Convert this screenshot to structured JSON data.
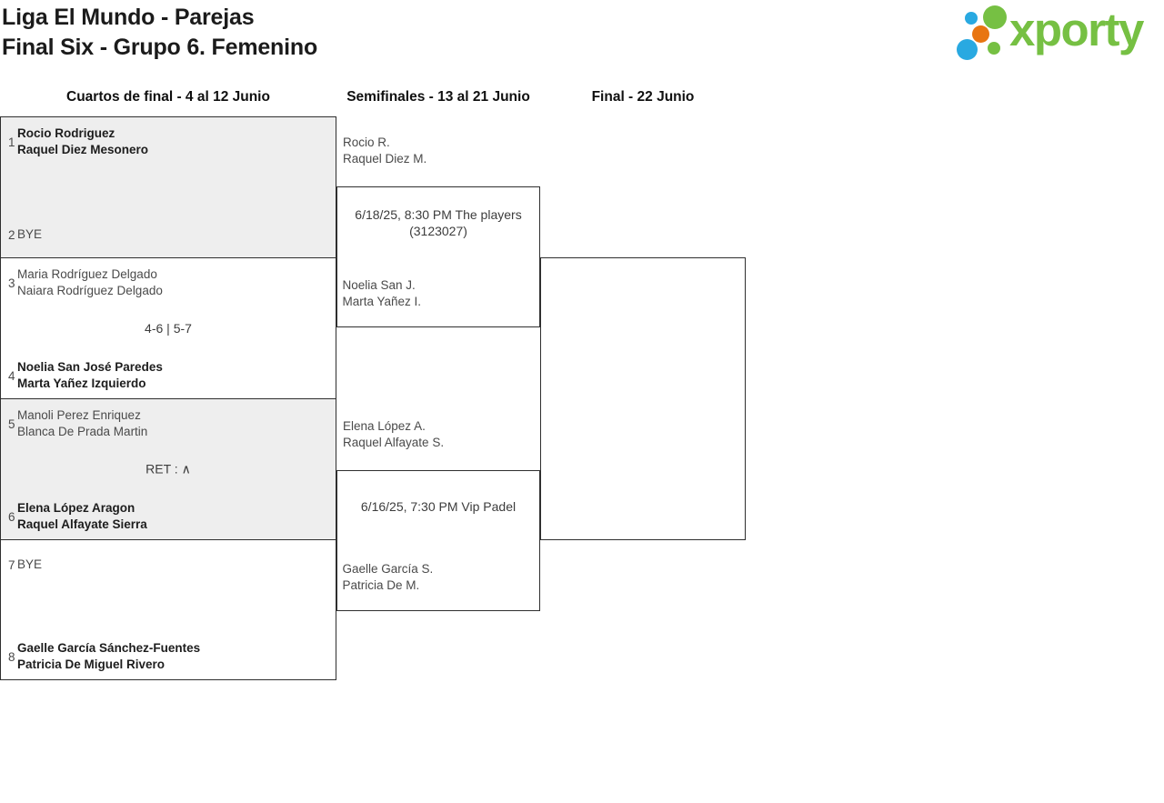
{
  "title": {
    "line1": "Liga El Mundo - Parejas",
    "line2": "Final Six - Grupo 6. Femenino"
  },
  "logo": {
    "brand": "xporty"
  },
  "colors": {
    "brand_green": "#76c043",
    "brand_blue": "#29a9e1",
    "brand_orange": "#e87511",
    "bracket_line": "#2f2f2f",
    "shaded_block": "#eeeeee"
  },
  "round_headers": {
    "quarterfinals": "Cuartos de final - 4 al 12 Junio",
    "semifinals": "Semifinales - 13 al 21 Junio",
    "final": "Final - 22 Junio"
  },
  "quarterfinals": [
    {
      "seed_top": "1",
      "team_top": {
        "line1": "Rocio Rodriguez",
        "line2": "Raquel Diez Mesonero"
      },
      "top_winner": true,
      "score": "",
      "seed_bottom": "2",
      "team_bottom": {
        "line1": "BYE",
        "line2": ""
      },
      "bottom_winner": false
    },
    {
      "seed_top": "3",
      "team_top": {
        "line1": "Maria Rodríguez Delgado",
        "line2": "Naiara Rodríguez Delgado"
      },
      "top_winner": false,
      "score": "4-6 | 5-7",
      "seed_bottom": "4",
      "team_bottom": {
        "line1": "Noelia San José Paredes",
        "line2": "Marta Yañez Izquierdo"
      },
      "bottom_winner": true
    },
    {
      "seed_top": "5",
      "team_top": {
        "line1": "Manoli Perez Enriquez",
        "line2": "Blanca De Prada Martin"
      },
      "top_winner": false,
      "score": "RET : ∧",
      "seed_bottom": "6",
      "team_bottom": {
        "line1": "Elena López Aragon",
        "line2": "Raquel Alfayate Sierra"
      },
      "bottom_winner": true
    },
    {
      "seed_top": "7",
      "team_top": {
        "line1": "BYE",
        "line2": ""
      },
      "top_winner": false,
      "score": "",
      "seed_bottom": "8",
      "team_bottom": {
        "line1": "Gaelle García Sánchez-Fuentes",
        "line2": "Patricia De Miguel Rivero"
      },
      "bottom_winner": true
    }
  ],
  "semifinals": [
    {
      "team_top": {
        "line1": "Rocio R.",
        "line2": "Raquel Diez M."
      },
      "info": {
        "line1": "6/18/25, 8:30 PM The players",
        "line2": "(3123027)"
      },
      "team_bottom": {
        "line1": "Noelia San J.",
        "line2": "Marta Yañez I."
      }
    },
    {
      "team_top": {
        "line1": "Elena López A.",
        "line2": "Raquel Alfayate S."
      },
      "info": {
        "line1": "6/16/25, 7:30 PM Vip Padel",
        "line2": ""
      },
      "team_bottom": {
        "line1": "Gaelle García S.",
        "line2": "Patricia De M."
      }
    }
  ]
}
